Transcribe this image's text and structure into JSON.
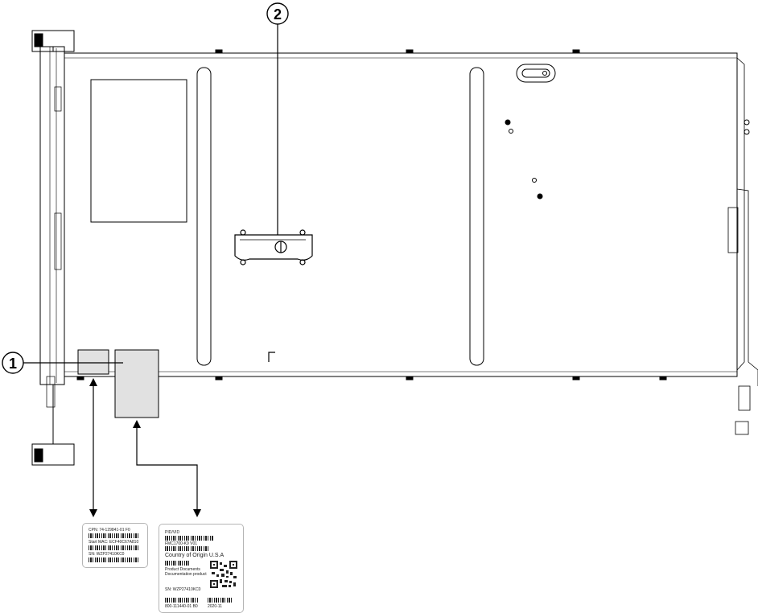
{
  "callouts": [
    {
      "number": "1"
    },
    {
      "number": "2"
    }
  ],
  "label_left": {
    "cpn": "CPN: 74-129841-01 F0",
    "mac": "Start MAC: ECF40C67A810",
    "sn": "SN: WZP27410KC0"
  },
  "label_right": {
    "pid": "PID/VID",
    "model": "FMC1700-K9 V01",
    "origin": "Country of Origin U.S.A",
    "docs1": "Product Documents",
    "docs2": "Documentation product",
    "sn": "SN: WZP27410KC0",
    "part": "800-111440-01 B0",
    "date": "2020-11"
  },
  "colors": {
    "line": "#000000",
    "label_fill": "#e1e1e1",
    "surface": "#ffffff"
  }
}
